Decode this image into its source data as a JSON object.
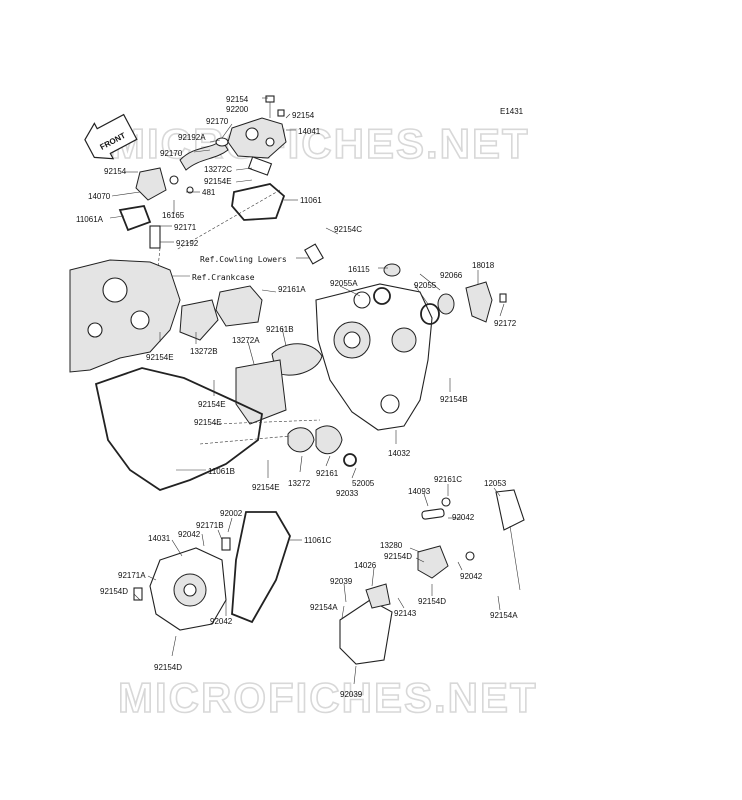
{
  "diagram_code": "E1431",
  "watermark_top": "MICROFICHES.NET",
  "watermark_bottom": "MICROFICHES.NET",
  "front_arrow": "FRONT",
  "refs": {
    "cowling": "Ref.Cowling Lowers",
    "crankcase": "Ref.Crankcase"
  },
  "parts": {
    "p92154_top": "92154",
    "p92200": "92200",
    "p92154_topright": "92154",
    "p92170_a": "92170",
    "p92192a": "92192A",
    "p14041": "14041",
    "p92170_b": "92170",
    "p13272c": "13272C",
    "p92154_left": "92154",
    "p92154e_top": "92154E",
    "p14070": "14070",
    "p481": "481",
    "p11061": "11061",
    "p16165": "16165",
    "p11061a": "11061A",
    "p92171": "92171",
    "p92192": "92192",
    "p92154c": "92154C",
    "p16115": "16115",
    "p18018": "18018",
    "p92066": "92066",
    "p92055": "92055",
    "p92055a": "92055A",
    "p92161a": "92161A",
    "p92172": "92172",
    "p92161b": "92161B",
    "p13272a": "13272A",
    "p92154e_mid": "92154E",
    "p13272b": "13272B",
    "p92154b": "92154B",
    "p92154e_a": "92154E",
    "p92154e_b": "92154E",
    "p14032": "14032",
    "p11061b": "11061B",
    "p92161": "92161",
    "p52005": "52005",
    "p92033": "92033",
    "p13272": "13272",
    "p92154e_c": "92154E",
    "p92161c": "92161C",
    "p14093": "14093",
    "p12053": "12053",
    "p92042_r1": "92042",
    "p92002": "92002",
    "p92171b": "92171B",
    "p92042_l1": "92042",
    "p14031": "14031",
    "p11061c": "11061C",
    "p13280": "13280",
    "p92154d_r": "92154D",
    "p14026": "14026",
    "p92042_r2": "92042",
    "p92171a": "92171A",
    "p92039_a": "92039",
    "p92154d_l": "92154D",
    "p92154a_l": "92154A",
    "p92143": "92143",
    "p92154d_r2": "92154D",
    "p92154a_r": "92154A",
    "p92042_l2": "92042",
    "p92154d_bottom": "92154D",
    "p92039_b": "92039"
  }
}
